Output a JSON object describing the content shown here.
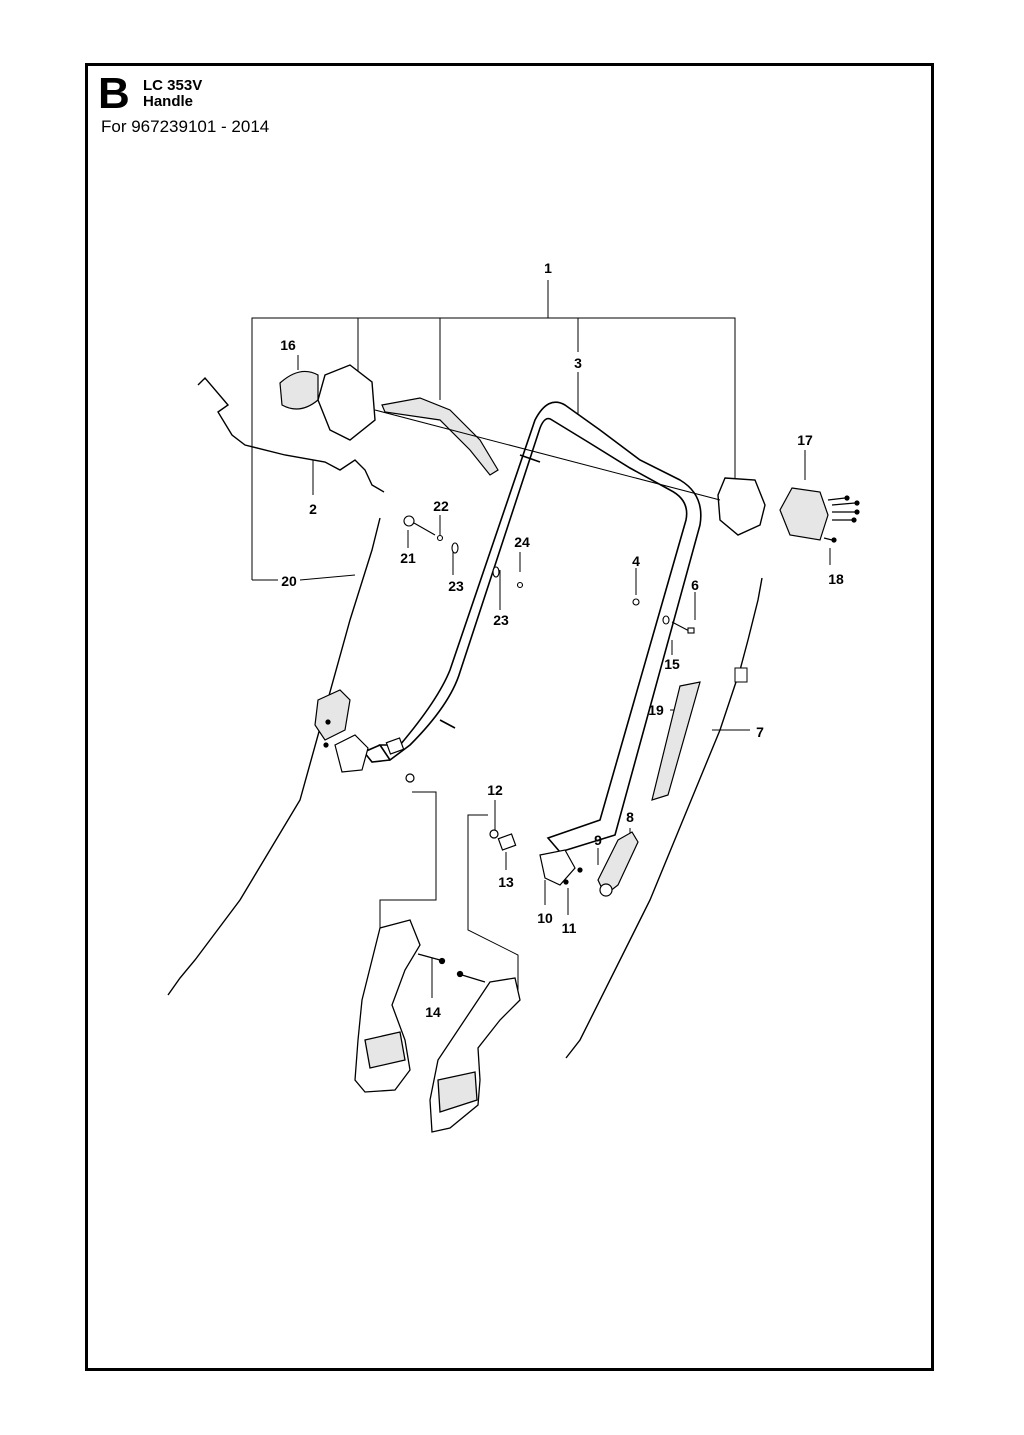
{
  "header": {
    "section_letter": "B",
    "model": "LC 353V",
    "subtitle": "Handle",
    "serial_line": "For 967239101 - 2014"
  },
  "callouts": [
    "1",
    "2",
    "3",
    "4",
    "6",
    "7",
    "8",
    "9",
    "10",
    "11",
    "12",
    "13",
    "14",
    "15",
    "16",
    "17",
    "18",
    "19",
    "20",
    "21",
    "22",
    "23",
    "23",
    "24"
  ],
  "colors": {
    "ink": "#000000",
    "paper": "#ffffff",
    "part_fill": "#e6e6e6"
  }
}
